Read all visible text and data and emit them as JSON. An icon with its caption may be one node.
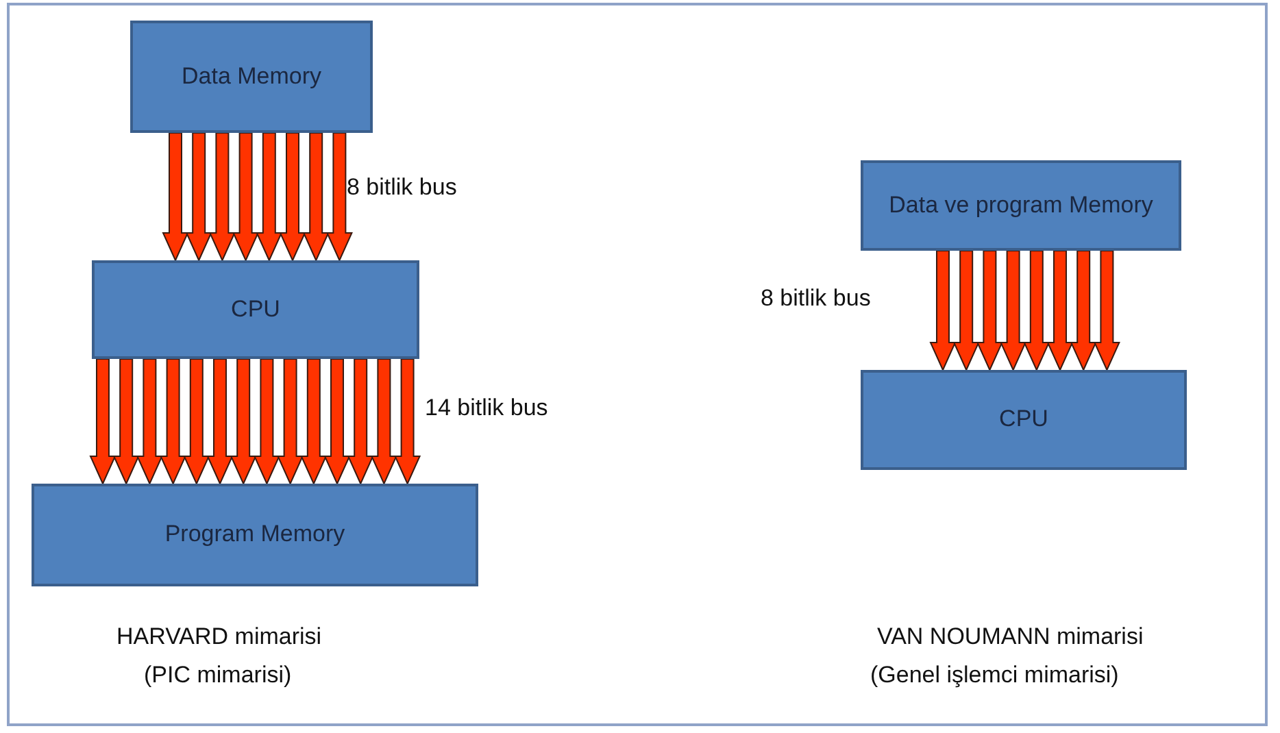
{
  "diagram": {
    "nodes": [
      {
        "text": [
          "Data Memory"
        ]
      },
      {
        "text": [
          "CPU"
        ]
      },
      {
        "text": [
          "Program Memory"
        ]
      },
      {
        "text": [
          "Data ve program Memory"
        ]
      },
      {
        "text": [
          "CPU"
        ]
      }
    ],
    "edges": [
      {
        "from": 0,
        "to": 1,
        "arrow": "to"
      },
      {
        "from": 0,
        "to": 1,
        "arrow": "to"
      },
      {
        "from": 0,
        "to": 1,
        "arrow": "to"
      },
      {
        "from": 0,
        "to": 1,
        "arrow": "to"
      },
      {
        "from": 0,
        "to": 1,
        "arrow": "to"
      },
      {
        "from": 0,
        "to": 1,
        "arrow": "to"
      },
      {
        "from": 0,
        "to": 1,
        "arrow": "to"
      },
      {
        "from": 0,
        "to": 1,
        "arrow": "to"
      },
      {
        "from": 1,
        "to": 2,
        "arrow": "to"
      },
      {
        "from": 1,
        "to": 2,
        "arrow": "to"
      },
      {
        "from": 1,
        "to": 2,
        "arrow": "to"
      },
      {
        "from": 1,
        "to": 2,
        "arrow": "to"
      },
      {
        "from": 1,
        "to": 2,
        "arrow": "to"
      },
      {
        "from": 1,
        "to": 2,
        "arrow": "to"
      },
      {
        "from": 1,
        "to": 2,
        "arrow": "to"
      },
      {
        "from": 1,
        "to": 2,
        "arrow": "to"
      },
      {
        "from": 1,
        "to": 2,
        "arrow": "to"
      },
      {
        "from": 1,
        "to": 2,
        "arrow": "to"
      },
      {
        "from": 1,
        "to": 2,
        "arrow": "to"
      },
      {
        "from": 1,
        "to": 2,
        "arrow": "to"
      },
      {
        "from": 1,
        "to": 2,
        "arrow": "to"
      },
      {
        "from": 1,
        "to": 2,
        "arrow": "to"
      },
      {
        "from": 3,
        "to": 4,
        "arrow": "to"
      },
      {
        "from": 3,
        "to": 4,
        "arrow": "to"
      },
      {
        "from": 3,
        "to": 4,
        "arrow": "to"
      },
      {
        "from": 3,
        "to": 4,
        "arrow": "to"
      },
      {
        "from": 3,
        "to": 4,
        "arrow": "to"
      },
      {
        "from": 3,
        "to": 4,
        "arrow": "to"
      },
      {
        "from": 3,
        "to": 4,
        "arrow": "to"
      },
      {
        "from": 3,
        "to": 4,
        "arrow": "to"
      }
    ],
    "labels": [
      "8 bitlik bus",
      "14 bitlik bus",
      "8 bitlik bus",
      "HARVARD mimarisi",
      "VAN NOUMANN mimarisi",
      "(PIC mimarisi)",
      "(Genel işlemci mimarisi)"
    ]
  }
}
